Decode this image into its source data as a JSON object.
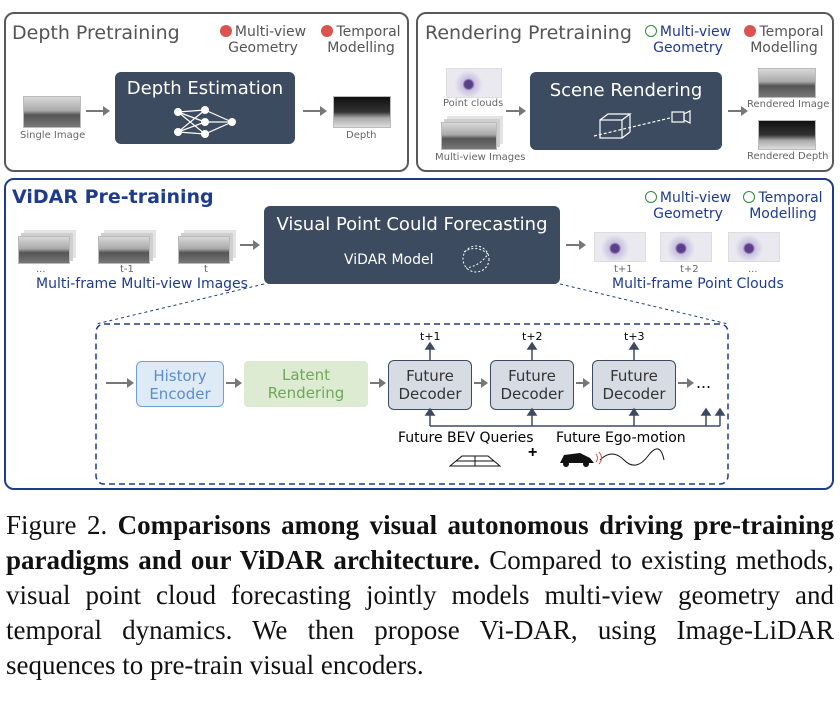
{
  "depth_panel": {
    "title": "Depth Pretraining",
    "badge1": "Multi-view\nGeometry",
    "badge2": "Temporal\nModelling",
    "box": "Depth Estimation",
    "in_label": "Single Image",
    "out_label": "Depth"
  },
  "render_panel": {
    "title": "Rendering Pretraining",
    "badge1": "Multi-view\nGeometry",
    "badge2": "Temporal\nModelling",
    "box": "Scene Rendering",
    "in1": "Point clouds",
    "in2": "Multi-view Images",
    "out1": "Rendered Image",
    "out2": "Rendered Depth"
  },
  "vidar_panel": {
    "title": "ViDAR Pre-training",
    "badge1": "Multi-view\nGeometry",
    "badge2": "Temporal\nModelling",
    "box_title": "Visual Point Could Forecasting",
    "box_sub": "ViDAR Model",
    "frames": [
      "...",
      "t-1",
      "t"
    ],
    "in_label": "Multi-frame Multi-view Images",
    "out_frames": [
      "t+1",
      "t+2",
      "..."
    ],
    "out_label": "Multi-frame Point Clouds",
    "history": "History\nEncoder",
    "latent": "Latent\nRendering",
    "decoder": "Future\nDecoder",
    "times": [
      "t+1",
      "t+2",
      "t+3"
    ],
    "ellipsis": "...",
    "bev": "Future BEV Queries",
    "plus": "+",
    "ego": "Future Ego-motion"
  },
  "caption": {
    "prefix": "Figure 2. ",
    "bold": "Comparisons among visual autonomous driving pre-training paradigms and our ViDAR architecture.",
    "rest": " Compared to existing methods, visual point cloud forecasting jointly models multi-view geometry and temporal dynamics. We then propose Vi-DAR, using Image-LiDAR sequences to pre-train visual encoders."
  }
}
